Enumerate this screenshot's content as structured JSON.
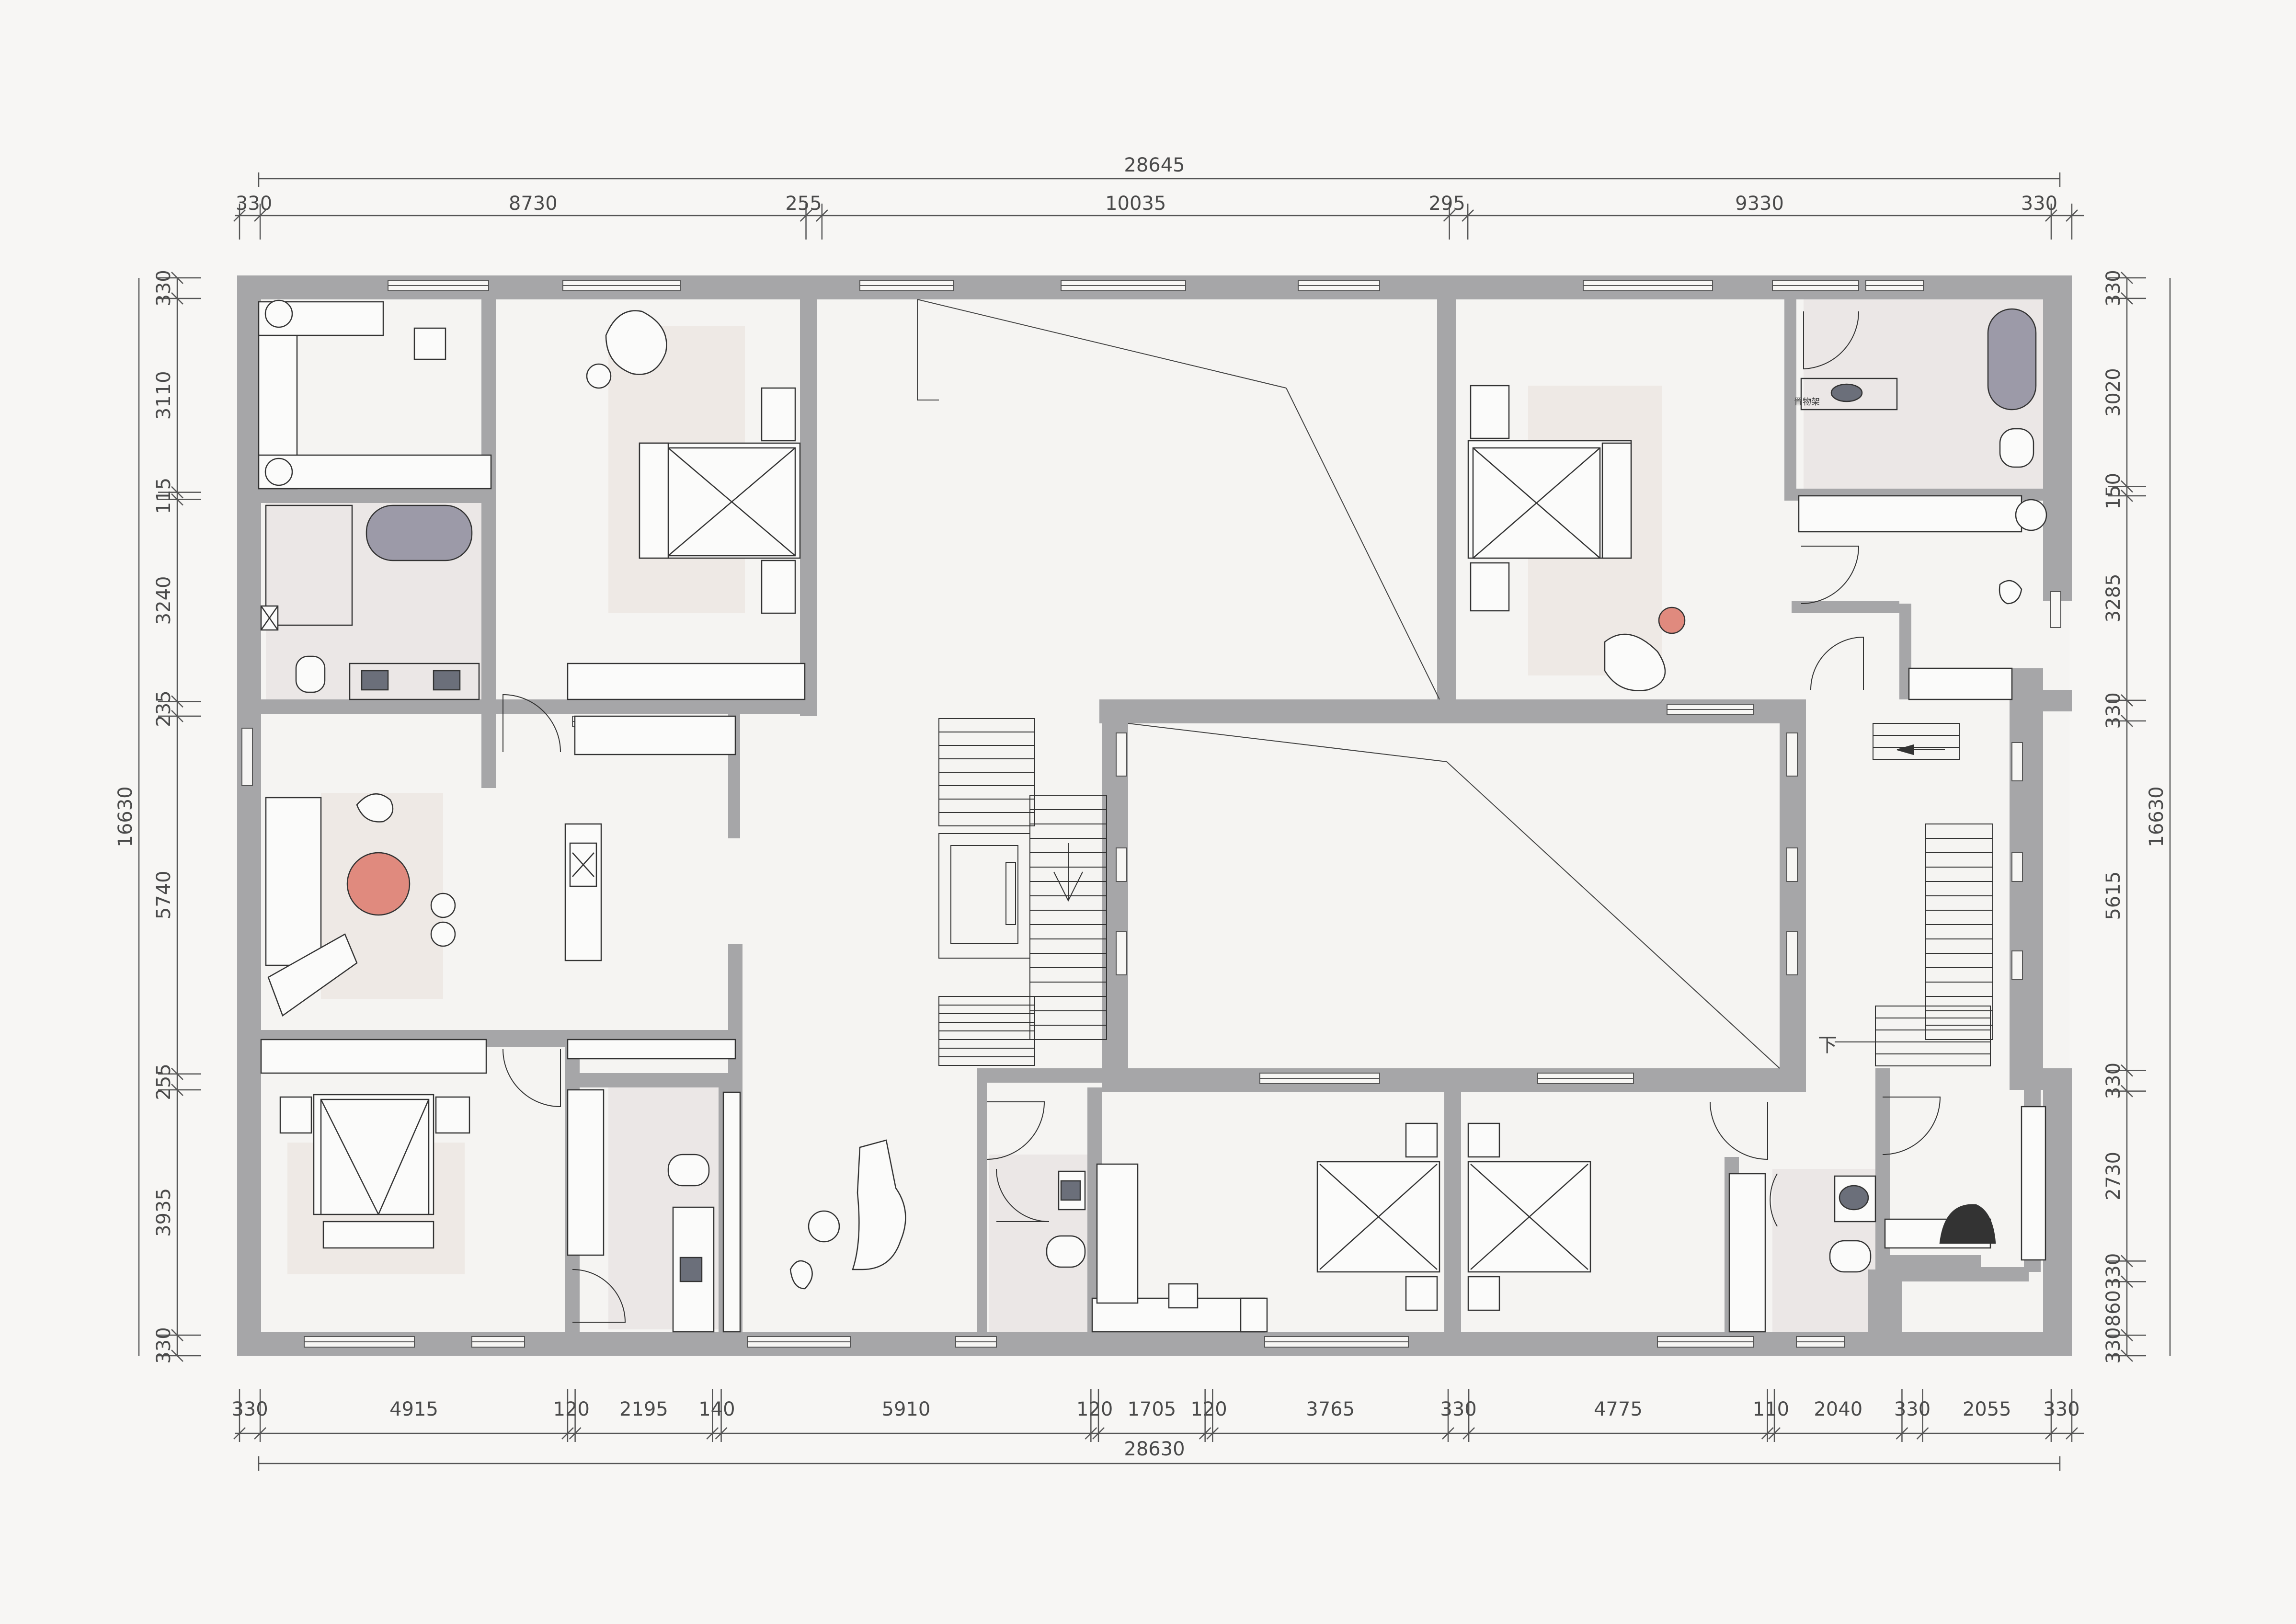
{
  "colors": {
    "background": "#f7f6f4",
    "wall": "#a6a6a8",
    "floor": "#f5f4f2",
    "wet_floor": "#ebe7e6",
    "rug": "#eee9e5",
    "bathtub": "#9c9aa8",
    "accent_table": "#e08a7e",
    "line": "#333333"
  },
  "dimensions": {
    "top_overall": "28645",
    "top_segments": [
      "330",
      "8730",
      "255",
      "10035",
      "295",
      "9330",
      "330"
    ],
    "bottom_overall": "28630",
    "bottom_segments": [
      "330",
      "4915",
      "120",
      "2195",
      "140",
      "5910",
      "120",
      "1705",
      "120",
      "3765",
      "330",
      "4775",
      "110",
      "2040",
      "330",
      "2055",
      "330"
    ],
    "left_overall": "16630",
    "left_segments": [
      "330",
      "3110",
      "115",
      "3240",
      "235",
      "5740",
      "255",
      "3935",
      "330"
    ],
    "right_overall": "16630",
    "right_segments": [
      "330",
      "3020",
      "150",
      "3285",
      "330",
      "5615",
      "330",
      "2730",
      "330",
      "860",
      "330"
    ]
  },
  "labels": {
    "stair_down": "下",
    "shelf_tag": "置物架"
  }
}
